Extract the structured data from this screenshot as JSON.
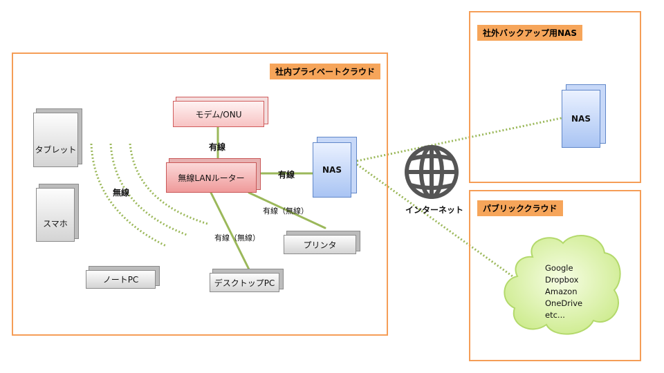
{
  "regions": {
    "private_cloud": "社内プライベートクラウド",
    "offsite_nas": "社外バックアップ用NAS",
    "public_cloud": "パブリッククラウド"
  },
  "devices": {
    "tablet": "タブレット",
    "smartphone": "スマホ",
    "notebook_pc": "ノートPC",
    "modem": "モデム/ONU",
    "router": "無線LANルーター",
    "nas": "NAS",
    "printer": "プリンタ",
    "desktop_pc": "デスクトップPC",
    "offsite_nas": "NAS"
  },
  "links": {
    "wired_modem_router": "有線",
    "wired_router_nas": "有線",
    "wireless_devices": "無線",
    "printer_link": "有線（無線）",
    "desktop_link": "有線（無線）"
  },
  "internet": {
    "label": "インターネット",
    "icon": "globe-icon"
  },
  "cloud_services": [
    "Google",
    "Dropbox",
    "Amazon",
    "OneDrive",
    "etc..."
  ],
  "colors": {
    "region_border": "#f59d56",
    "region_label_bg": "#f6a55a",
    "link_green": "#9bb85a",
    "router_fill": "#f3b1b1",
    "nas_fill": "#c7d8f8",
    "cloud_fill": "#dbf1a8"
  }
}
